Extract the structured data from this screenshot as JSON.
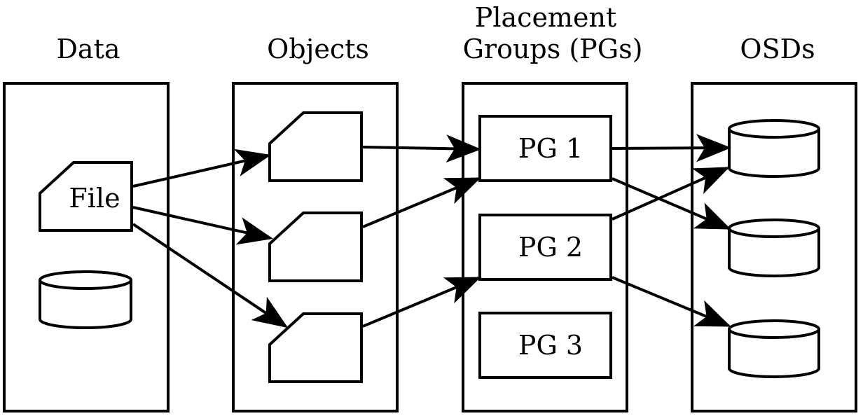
{
  "columns": {
    "data": "Data",
    "objects": "Objects",
    "pgs_line1": "Placement",
    "pgs_line2": "Groups (PGs)",
    "osds": "OSDs"
  },
  "file_label": "File",
  "pgs": [
    "PG 1",
    "PG 2",
    "PG 3"
  ],
  "edges": [
    {
      "from": "file",
      "to": "object-1"
    },
    {
      "from": "file",
      "to": "object-2"
    },
    {
      "from": "file",
      "to": "object-3"
    },
    {
      "from": "object-1",
      "to": "pg-1"
    },
    {
      "from": "object-2",
      "to": "pg-1"
    },
    {
      "from": "object-3",
      "to": "pg-2"
    },
    {
      "from": "pg-1",
      "to": "osd-1"
    },
    {
      "from": "pg-1",
      "to": "osd-2"
    },
    {
      "from": "pg-2",
      "to": "osd-1"
    },
    {
      "from": "pg-2",
      "to": "osd-3"
    }
  ]
}
